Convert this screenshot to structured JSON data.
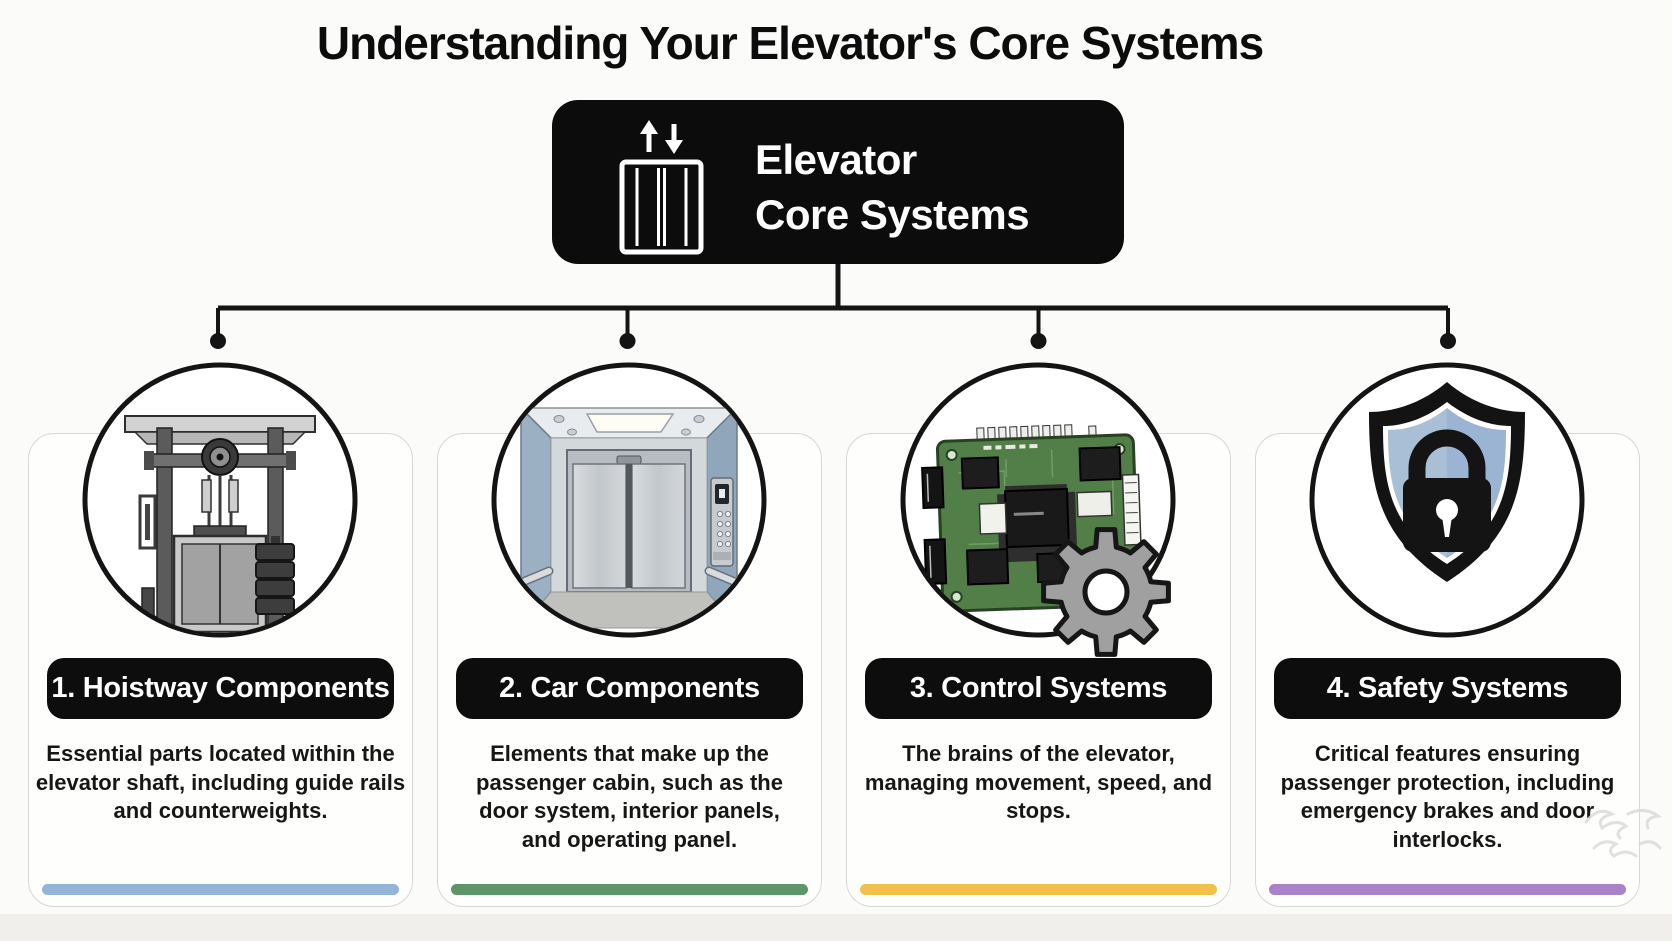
{
  "page": {
    "title": "Understanding Your Elevator's Core Systems",
    "background": "#fbfbf9"
  },
  "root_node": {
    "line1": "Elevator",
    "line2": "Core Systems",
    "icon": "elevator-doors-icon",
    "bg_color": "#0c0c0c",
    "text_color": "#ffffff"
  },
  "cards": [
    {
      "title": "1. Hoistway Components",
      "description": "Essential parts located within the elevator shaft, including guide rails and counterweights.",
      "accent_color": "#93b5d8",
      "illustration": "hoistway-machinery"
    },
    {
      "title": "2. Car Components",
      "description": "Elements that make up the passenger cabin, such as the door system, interior panels, and operating panel.",
      "accent_color": "#5e9568",
      "illustration": "elevator-cabin"
    },
    {
      "title": "3. Control Systems",
      "description": "The brains of the elevator, managing movement, speed, and stops.",
      "accent_color": "#f2c14b",
      "illustration": "circuit-board-gear"
    },
    {
      "title": "4. Safety Systems",
      "description": "Critical features ensuring passenger protection, including emergency brakes and door interlocks.",
      "accent_color": "#a883c7",
      "illustration": "shield-lock"
    }
  ]
}
